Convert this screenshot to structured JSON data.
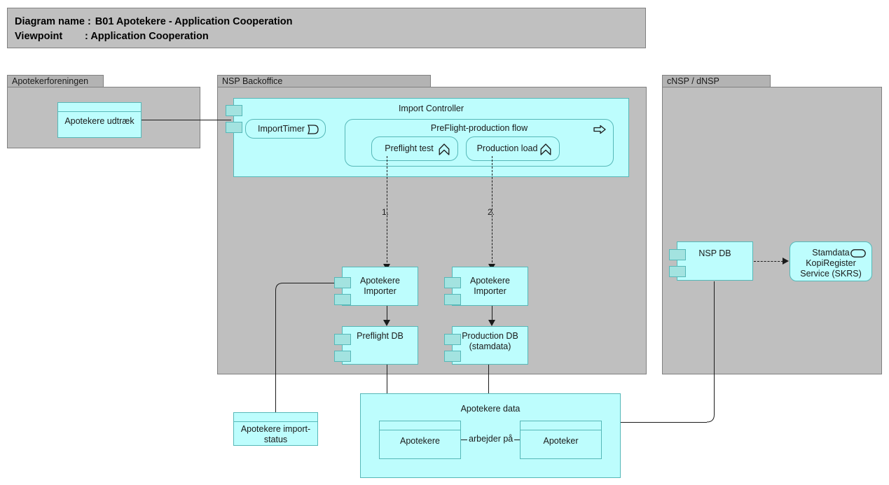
{
  "title": {
    "line1_label": "Diagram name :",
    "line1_value": "B01 Apotekere - Application Cooperation",
    "line2_label": "Viewpoint",
    "line2_sep": ": Application Cooperation"
  },
  "groups": [
    {
      "id": "apotekerforeningen",
      "label": "Apotekerforeningen"
    },
    {
      "id": "nsp-backoffice",
      "label": "NSP Backoffice"
    },
    {
      "id": "cnsp-dnsp",
      "label": "cNSP / dNSP"
    }
  ],
  "nodes": {
    "apotekere_udtraek": {
      "label": "Apotekere udtræk",
      "type": "data-object"
    },
    "import_controller": {
      "label": "Import Controller",
      "type": "application-component"
    },
    "import_timer": {
      "label": "ImportTimer",
      "type": "application-event",
      "icon": "event-icon"
    },
    "preflight_production_flow": {
      "label": "PreFlight-production flow",
      "type": "application-process",
      "icon": "process-arrow-icon"
    },
    "preflight_test": {
      "label": "Preflight test",
      "type": "application-function",
      "icon": "function-icon"
    },
    "production_load": {
      "label": "Production load",
      "type": "application-function",
      "icon": "function-icon"
    },
    "apotekere_importer_1": {
      "label": "Apotekere\nImporter",
      "type": "application-component"
    },
    "apotekere_importer_2": {
      "label": "Apotekere\nImporter",
      "type": "application-component"
    },
    "preflight_db": {
      "label": "Preflight DB",
      "type": "application-component"
    },
    "production_db": {
      "label": "Production DB\n(stamdata)",
      "type": "application-component"
    },
    "apotekere_import_status": {
      "label": "Apotekere import-\nstatus",
      "type": "data-object"
    },
    "apotekere_data": {
      "label": "Apotekere data",
      "type": "grouping"
    },
    "apotekere": {
      "label": "Apotekere",
      "type": "data-object"
    },
    "apoteker": {
      "label": "Apoteker",
      "type": "data-object"
    },
    "nsp_db": {
      "label": "NSP DB",
      "type": "application-component"
    },
    "skrs": {
      "label": "Stamdata\nKopiRegister\nService (SKRS)",
      "type": "application-service",
      "icon": "service-icon"
    }
  },
  "connections": {
    "flow_1_label": "1.",
    "flow_2_label": "2.",
    "arbejder_paa_label": "arbejder på"
  },
  "colors": {
    "canvas": "#ffffff",
    "title_fill": "#c0c0c0",
    "group_fill": "#bfbfbf",
    "group_tab_fill": "#b3b3b3",
    "element_fill": "#bdfdfd",
    "element_border": "#56b8b8",
    "port_fill": "#a3e3e0",
    "line": "#1a1a1a"
  }
}
